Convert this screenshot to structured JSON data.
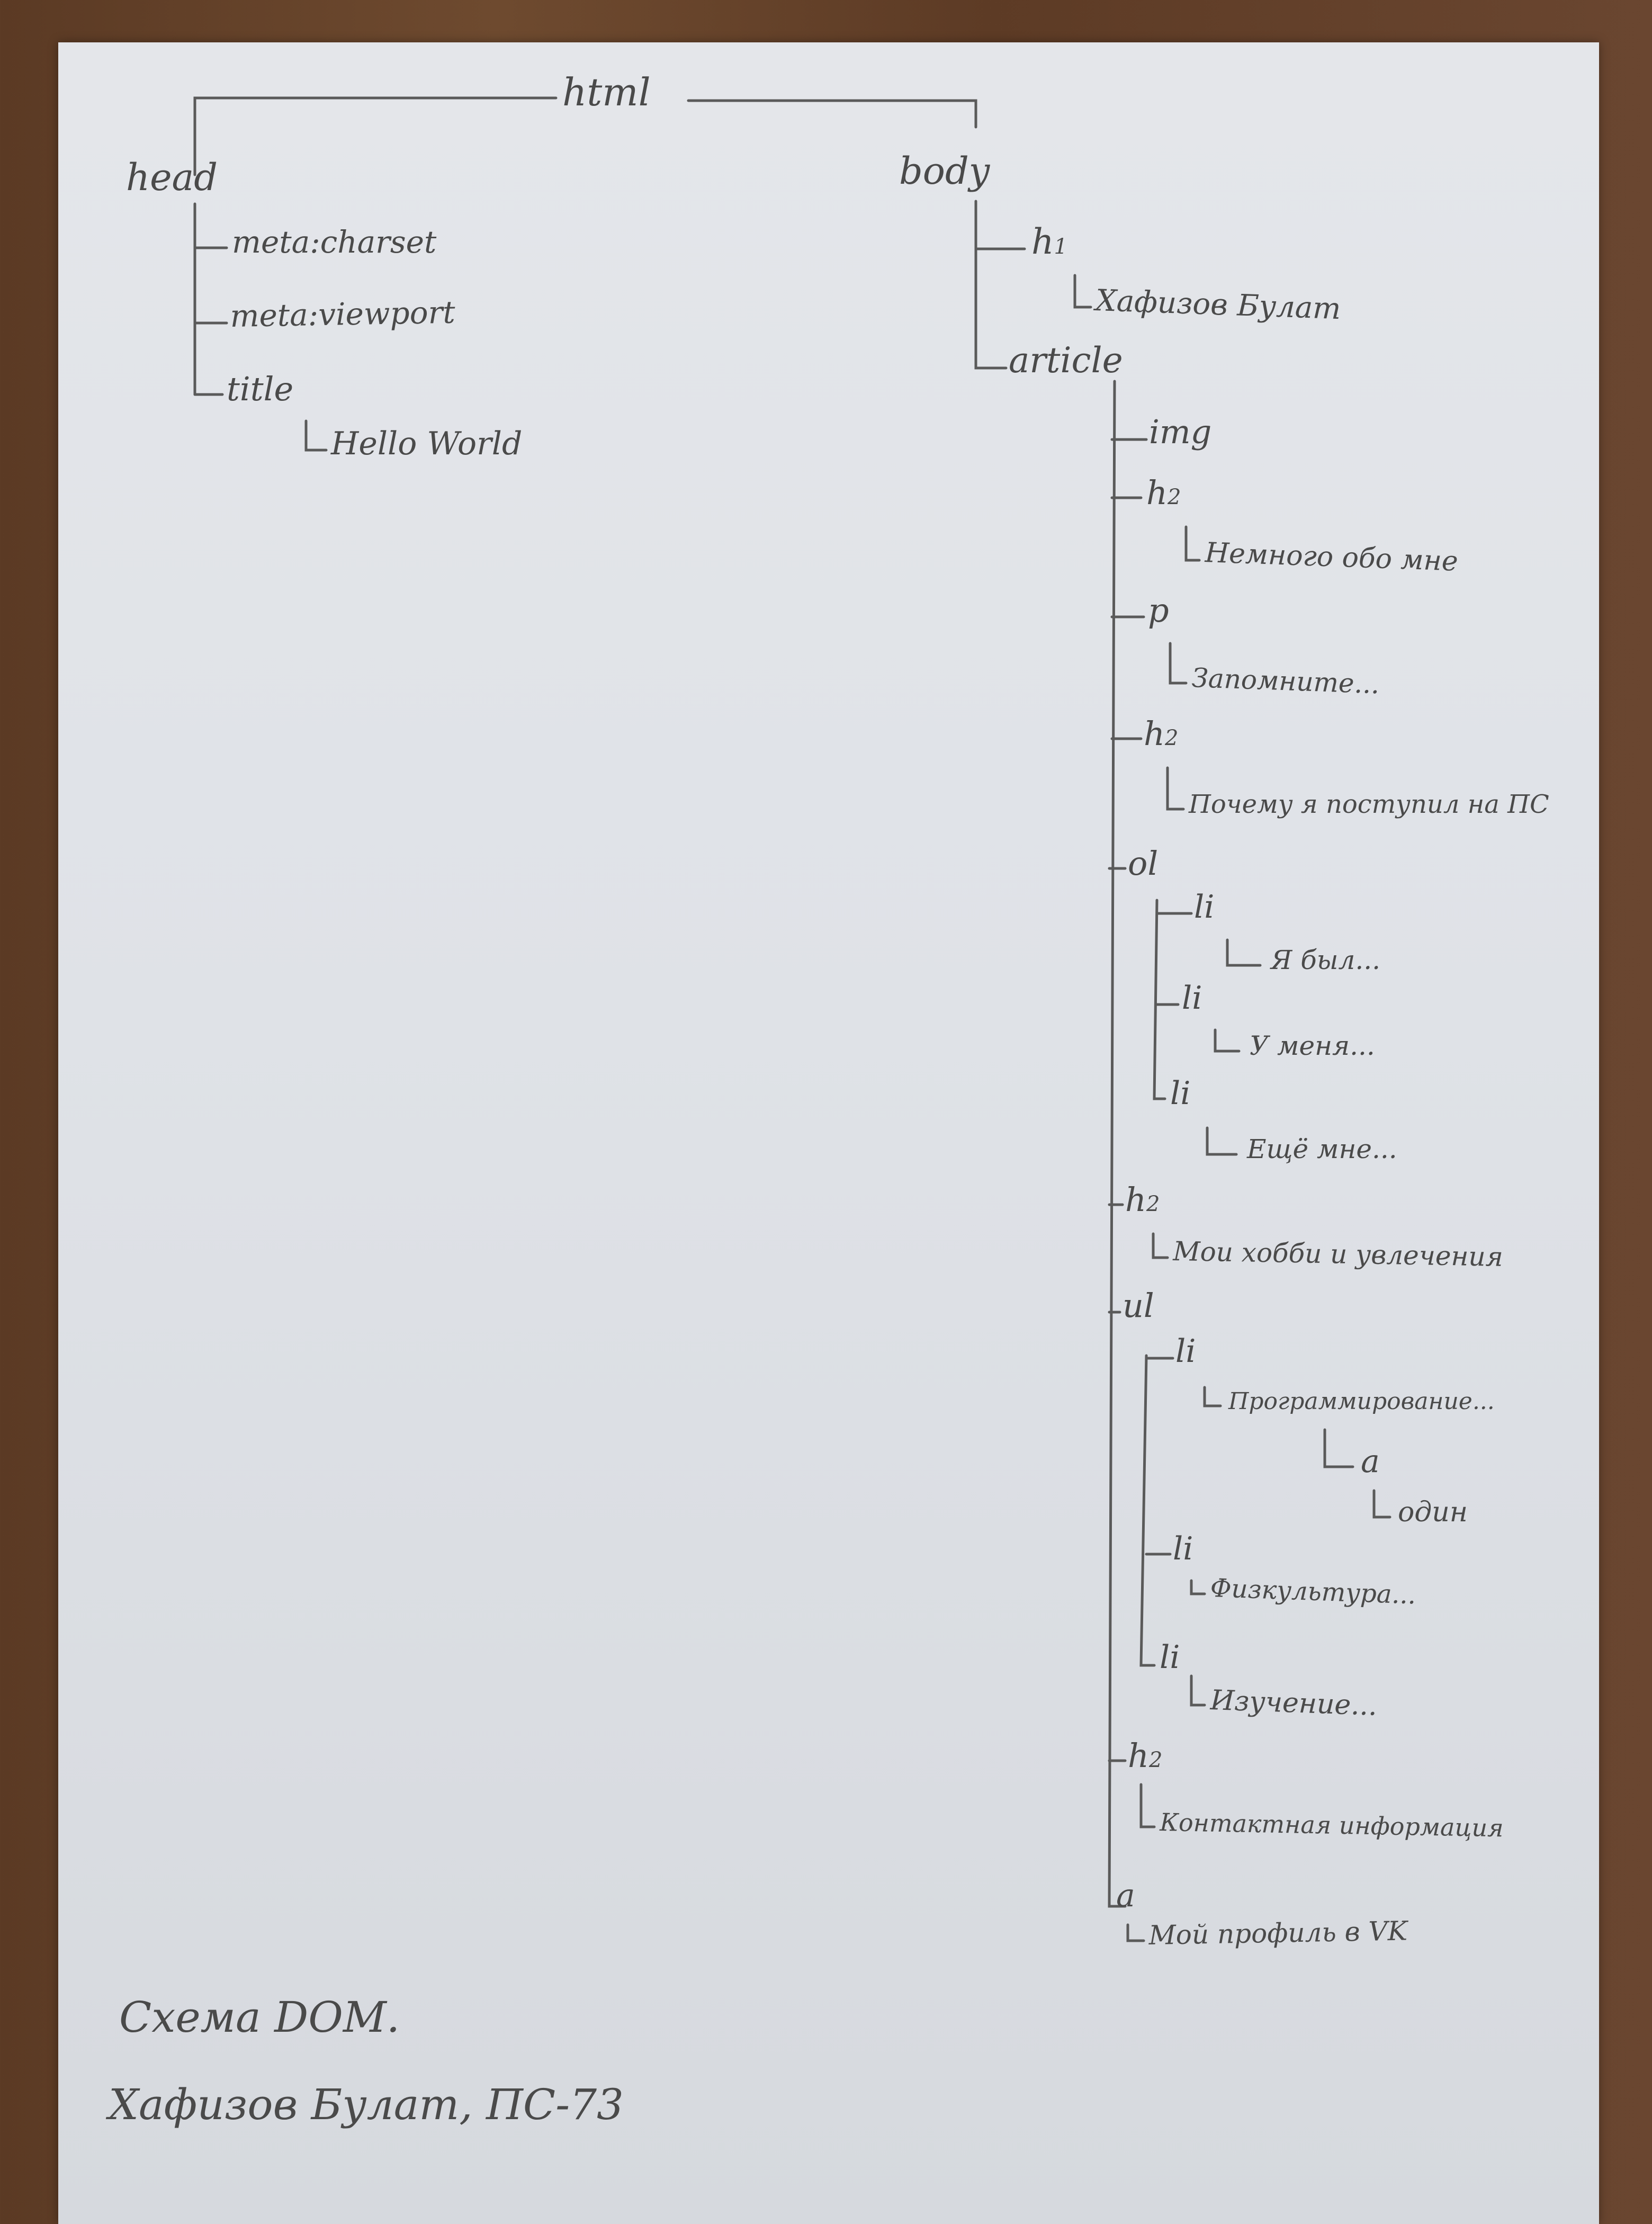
{
  "nodes": {
    "html": "html",
    "head": "head",
    "meta_charset": "meta:charset",
    "meta_viewport": "meta:viewport",
    "title": "title",
    "title_text": "Hello World",
    "body": "body",
    "h1": "h",
    "h1_num": "1",
    "h1_text": "Хафизов Булат",
    "article": "article",
    "img": "img",
    "h2": "h",
    "h2_num": "2",
    "about_text": "Немного обо мне",
    "p": "p",
    "p_text": "Запомните...",
    "why_text": "Почему я поступил на ПС",
    "ol": "ol",
    "li": "li",
    "ol_li1_text": "Я был...",
    "ol_li2_text": "У меня...",
    "ol_li3_text": "Ещё мне...",
    "hobby_text": "Мои хобби и увлечения",
    "ul": "ul",
    "ul_li1_text": "Программирование...",
    "a": "a",
    "ul_a_text": "один",
    "ul_li2_text": "Физкультура...",
    "ul_li3_text": "Изучение...",
    "contact_text": "Контактная информация",
    "vk_text": "Мой профиль в VK"
  },
  "caption": {
    "line1": "Схема DOM.",
    "line2": "Хафизов Булат, ПС-73"
  }
}
